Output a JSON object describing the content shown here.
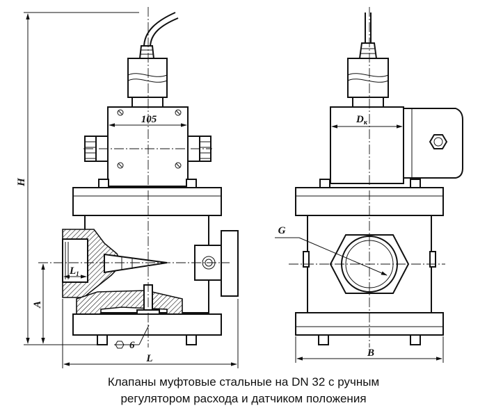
{
  "labels": {
    "height": "H",
    "width_left": "L",
    "flange_offset": "A",
    "thread_length": "L",
    "thread_length_sub": "1",
    "size_105": "105",
    "key_size": "6",
    "housing_diameter": "D",
    "housing_diameter_sub": "к",
    "thread": "G",
    "width_right": "B"
  },
  "caption": {
    "line1": "Клапаны муфтовые стальные на DN 32 с ручным",
    "line2": "регулятором расхода и датчиком положения"
  }
}
